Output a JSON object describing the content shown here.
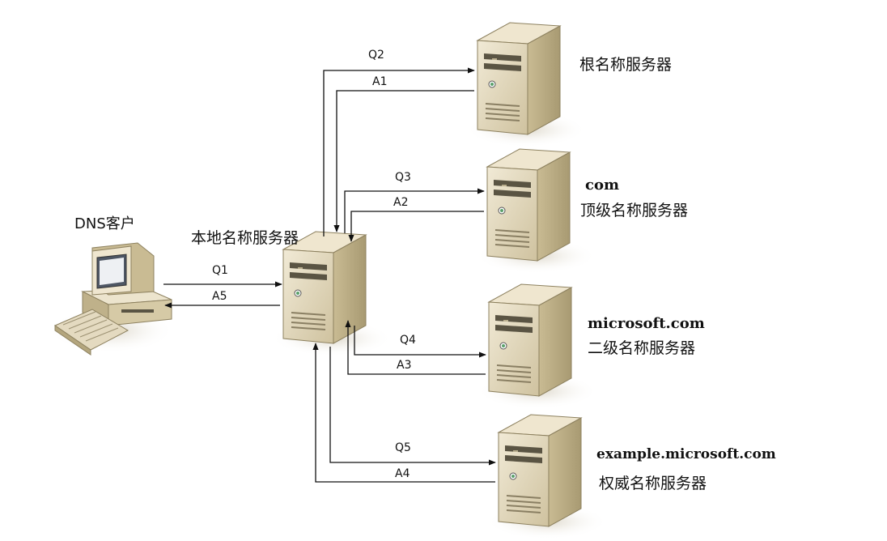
{
  "nodes": {
    "client": {
      "label": "DNS客户"
    },
    "local": {
      "label": "本地名称服务器"
    },
    "root": {
      "label": "根名称服务器"
    },
    "com": {
      "name": "com",
      "label": "顶级名称服务器"
    },
    "microsoft": {
      "name": "microsoft.com",
      "label": "二级名称服务器"
    },
    "example": {
      "name": "example.microsoft.com",
      "label": "权威名称服务器"
    }
  },
  "messages": {
    "q1": "Q1",
    "a5": "A5",
    "q2": "Q2",
    "a1": "A1",
    "q3": "Q3",
    "a2": "A2",
    "q4": "Q4",
    "a3": "A3",
    "q5": "Q5",
    "a4": "A4"
  },
  "colors": {
    "server_front": "#e2d7b8",
    "server_side": "#b8a983",
    "line": "#111111"
  }
}
